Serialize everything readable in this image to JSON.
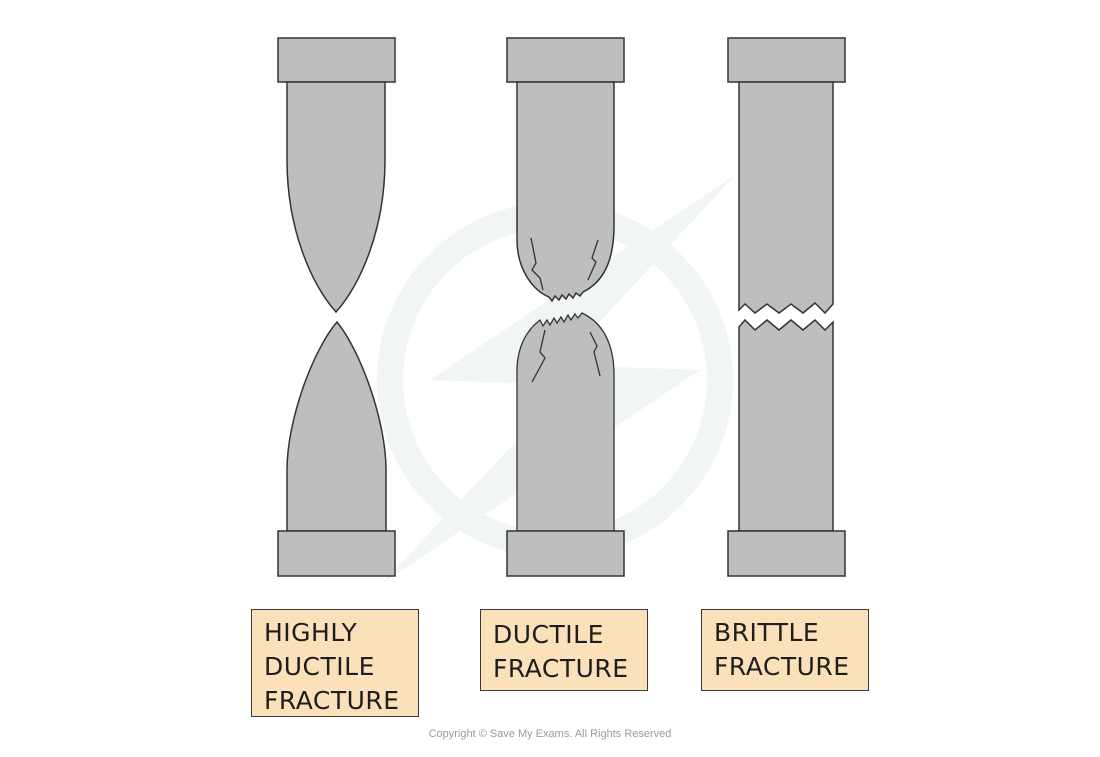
{
  "colors": {
    "specimen_fill": "#bebebe",
    "grip_fill": "#bebebe",
    "outline": "#333333",
    "label_fill": "#fbe1b9",
    "watermark": "#e6eeee"
  },
  "specimens": [
    {
      "id": "highly-ductile",
      "label_lines": [
        "HIGHLY",
        "DUCTILE",
        "FRACTURE"
      ]
    },
    {
      "id": "ductile",
      "label_lines": [
        "DUCTILE",
        "FRACTURE"
      ]
    },
    {
      "id": "brittle",
      "label_lines": [
        "BRITTLE",
        "FRACTURE"
      ]
    }
  ],
  "footer": {
    "copyright": "Copyright © Save My Exams. All Rights Reserved"
  },
  "watermark_icon": "save-my-exams-logo-icon"
}
